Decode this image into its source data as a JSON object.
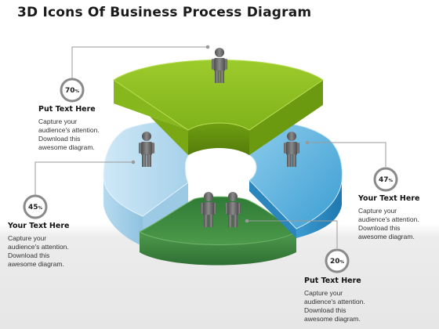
{
  "title": "3D Icons Of Business Process Diagram",
  "callouts": [
    {
      "percent": "70",
      "heading": "Put Text Here",
      "text": [
        "Capture your",
        "audience's attention.",
        "Download this",
        "awesome diagram."
      ]
    },
    {
      "percent": "47",
      "heading": "Your Text Here",
      "text": [
        "Capture your",
        "audience's attention.",
        "Download this",
        "awesome diagram."
      ]
    },
    {
      "percent": "45",
      "heading": "Your Text Here",
      "text": [
        "Capture your",
        "audience's attention.",
        "Download this",
        "awesome diagram."
      ]
    },
    {
      "percent": "20",
      "heading": "Put Text Here",
      "text": [
        "Capture your",
        "audience's attention.",
        "Download this",
        "awesome diagram."
      ]
    }
  ],
  "percent_symbol": "%",
  "colors": {
    "lime_green": "#8cbf1a",
    "light_blue": "#a9d4ec",
    "sky_blue": "#4aa9d6",
    "dark_green": "#3e8a3e",
    "person_gray": "#6a6a6a"
  }
}
